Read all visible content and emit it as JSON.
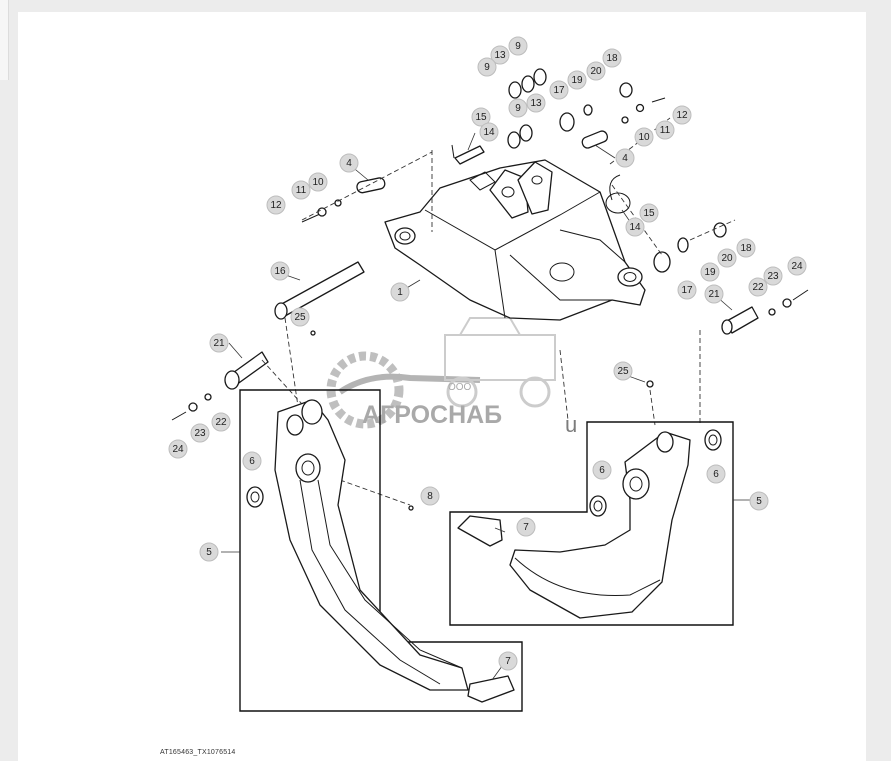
{
  "watermark": {
    "company_prefix": "ООО",
    "company_name": "АГРОСНАБ",
    "suffix": "u"
  },
  "footer": {
    "reference": "AT165463_TX1076514"
  },
  "callouts": [
    {
      "id": "c-13a",
      "label": "13"
    },
    {
      "id": "c-9a",
      "label": "9"
    },
    {
      "id": "c-9b",
      "label": "9"
    },
    {
      "id": "c-18a",
      "label": "18"
    },
    {
      "id": "c-19a",
      "label": "19"
    },
    {
      "id": "c-20a",
      "label": "20"
    },
    {
      "id": "c-17a",
      "label": "17"
    },
    {
      "id": "c-9c",
      "label": "9"
    },
    {
      "id": "c-13b",
      "label": "13"
    },
    {
      "id": "c-15a",
      "label": "15"
    },
    {
      "id": "c-14a",
      "label": "14"
    },
    {
      "id": "c-12a",
      "label": "12"
    },
    {
      "id": "c-11a",
      "label": "11"
    },
    {
      "id": "c-10a",
      "label": "10"
    },
    {
      "id": "c-4a",
      "label": "4"
    },
    {
      "id": "c-4b",
      "label": "4"
    },
    {
      "id": "c-11b",
      "label": "11"
    },
    {
      "id": "c-10b",
      "label": "10"
    },
    {
      "id": "c-12b",
      "label": "12"
    },
    {
      "id": "c-15b",
      "label": "15"
    },
    {
      "id": "c-14b",
      "label": "14"
    },
    {
      "id": "c-18b",
      "label": "18"
    },
    {
      "id": "c-20b",
      "label": "20"
    },
    {
      "id": "c-19b",
      "label": "19"
    },
    {
      "id": "c-17b",
      "label": "17"
    },
    {
      "id": "c-24a",
      "label": "24"
    },
    {
      "id": "c-23a",
      "label": "23"
    },
    {
      "id": "c-22a",
      "label": "22"
    },
    {
      "id": "c-21a",
      "label": "21"
    },
    {
      "id": "c-16",
      "label": "16"
    },
    {
      "id": "c-1",
      "label": "1"
    },
    {
      "id": "c-25a",
      "label": "25"
    },
    {
      "id": "c-21b",
      "label": "21"
    },
    {
      "id": "c-25b",
      "label": "25"
    },
    {
      "id": "c-24b",
      "label": "24"
    },
    {
      "id": "c-23b",
      "label": "23"
    },
    {
      "id": "c-22b",
      "label": "22"
    },
    {
      "id": "c-6a",
      "label": "6"
    },
    {
      "id": "c-8",
      "label": "8"
    },
    {
      "id": "c-5a",
      "label": "5"
    },
    {
      "id": "c-6b",
      "label": "6"
    },
    {
      "id": "c-6c",
      "label": "6"
    },
    {
      "id": "c-5b",
      "label": "5"
    },
    {
      "id": "c-7a",
      "label": "7"
    },
    {
      "id": "c-7b",
      "label": "7"
    }
  ]
}
